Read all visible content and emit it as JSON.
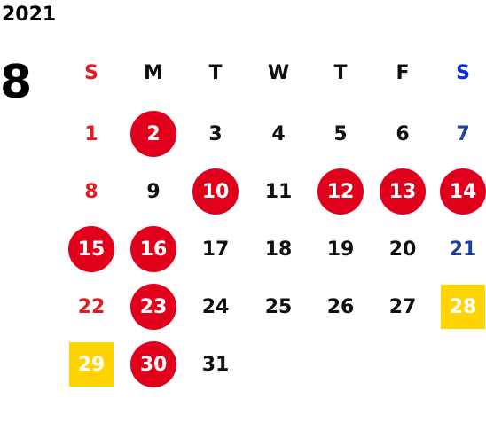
{
  "calendar": {
    "year": "2021",
    "month": "8",
    "weekdays": [
      "S",
      "M",
      "T",
      "W",
      "T",
      "F",
      "S"
    ],
    "weeks": [
      [
        "",
        "",
        "",
        "",
        "",
        "",
        ""
      ],
      [
        "1",
        "2",
        "3",
        "4",
        "5",
        "6",
        "7"
      ],
      [
        "8",
        "9",
        "10",
        "11",
        "12",
        "13",
        "14"
      ],
      [
        "15",
        "16",
        "17",
        "18",
        "19",
        "20",
        "21"
      ],
      [
        "22",
        "23",
        "24",
        "25",
        "26",
        "27",
        "28"
      ],
      [
        "29",
        "30",
        "31",
        "",
        "",
        "",
        ""
      ]
    ],
    "highlights": {
      "circled": [
        "2",
        "10",
        "12",
        "13",
        "14",
        "15",
        "16",
        "23",
        "30"
      ],
      "boxed": [
        "28",
        "29"
      ]
    },
    "colors": {
      "sunday": "#e51b24",
      "saturday": "#1e40a0",
      "saturday_header": "#0a2de0",
      "circle": "#e0001b",
      "box": "#ffd400",
      "default": "#111111"
    }
  }
}
